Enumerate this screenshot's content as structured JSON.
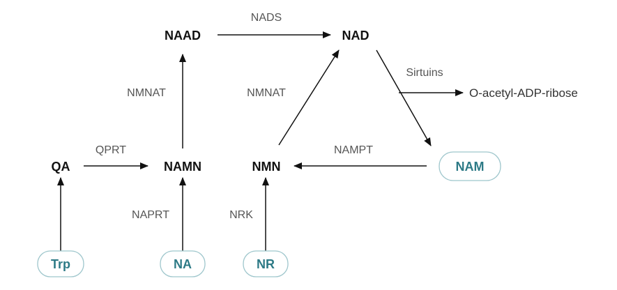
{
  "nodes": {
    "naad": "NAAD",
    "nad": "NAD",
    "qa": "QA",
    "namn": "NAMN",
    "nmn": "NMN",
    "nam": "NAM",
    "trp": "Trp",
    "na": "NA",
    "nr": "NR",
    "o_acetyl": "O-acetyl-ADP-ribose"
  },
  "enzymes": {
    "nads": "NADS",
    "nmnat_left": "NMNAT",
    "nmnat_right": "NMNAT",
    "sirtuins": "Sirtuins",
    "qprt": "QPRT",
    "nampt": "NAMPT",
    "naprt": "NAPRT",
    "nrk": "NRK"
  },
  "colors": {
    "precursor_text": "#2d7a86",
    "precursor_border": "#9ec6cc",
    "arrow": "#111111"
  }
}
